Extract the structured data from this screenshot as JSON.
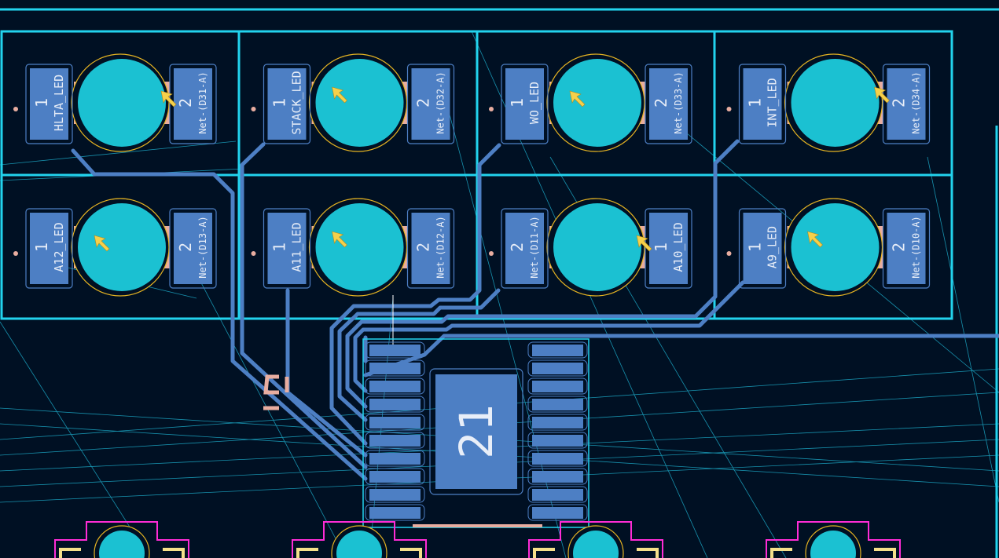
{
  "colors": {
    "background": "#001023",
    "edge": "#22d3ee",
    "pad": "#4d7fc4",
    "copper": "#4d7fc4",
    "via": "#1bc1d2",
    "silk": "#e8ada0",
    "courtyard": "#ff2cd6",
    "fab": "#f5e08a",
    "ratsnest": "#22c8e8"
  },
  "leds": [
    {
      "ref": "HLTA_LED",
      "net": "Net-(D31-A)",
      "left_pad": "1",
      "right_pad": "2",
      "left_text": "HLTA_LED",
      "right_text": "Net-(D31-A)"
    },
    {
      "ref": "STACK_LED",
      "net": "Net-(D32-A)",
      "left_pad": "1",
      "right_pad": "2",
      "left_text": "STACK_LED",
      "right_text": "Net-(D32-A)"
    },
    {
      "ref": "WO_LED",
      "net": "Net-(D33-A)",
      "left_pad": "1",
      "right_pad": "2",
      "left_text": "WO_LED",
      "right_text": "Net-(D33-A)"
    },
    {
      "ref": "INT_LED",
      "net": "Net-(D34-A)",
      "left_pad": "1",
      "right_pad": "2",
      "left_text": "INT_LED",
      "right_text": "Net-(D34-A)"
    },
    {
      "ref": "A12_LED",
      "net": "Net-(D13-A)",
      "left_pad": "1",
      "right_pad": "2",
      "left_text": "A12_LED",
      "right_text": "Net-(D13-A)"
    },
    {
      "ref": "A11_LED",
      "net": "Net-(D12-A)",
      "left_pad": "1",
      "right_pad": "2",
      "left_text": "A11_LED",
      "right_text": "Net-(D12-A)"
    },
    {
      "ref": "A10_LED",
      "net": "Net-(D11-A)",
      "left_pad": "2",
      "right_pad": "1",
      "left_text": "Net-(D11-A)",
      "right_text": "A10_LED"
    },
    {
      "ref": "A9_LED",
      "net": "Net-(D10-A)",
      "left_pad": "1",
      "right_pad": "2",
      "left_text": "A9_LED",
      "right_text": "Net-(D10-A)"
    }
  ],
  "ic": {
    "pad_number": "21",
    "pins_per_side": 10
  }
}
